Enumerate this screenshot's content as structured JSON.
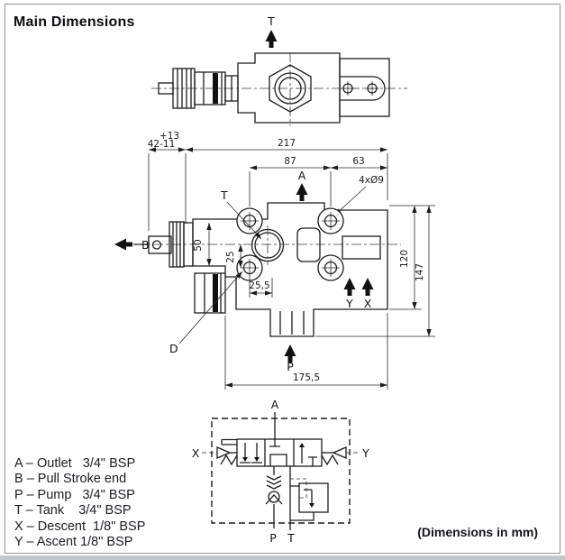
{
  "title": "Main Dimensions",
  "footer_note": "(Dimensions in mm)",
  "legend": {
    "items": [
      {
        "label": "A – Outlet   3/4\" BSP"
      },
      {
        "label": "B – Pull Stroke end"
      },
      {
        "label": "P – Pump   3/4\" BSP"
      },
      {
        "label": "T – Tank    3/4\" BSP"
      },
      {
        "label": "X – Descent  1/8\" BSP"
      },
      {
        "label": "Y – Ascent 1/8\" BSP"
      }
    ]
  },
  "ports": {
    "t_top": "T",
    "t_front": "T",
    "a_front": "A",
    "b_front": "B",
    "p_front": "P",
    "x_front": "X",
    "y_front": "Y",
    "d_leader": "D",
    "a_schematic": "A",
    "x_schematic": "X",
    "y_schematic": "Y",
    "p_schematic": "P",
    "t_schematic": "T"
  },
  "dimensions": {
    "spring_tol_plus": "+13",
    "spring_nominal": "42-11",
    "overall_width": "217",
    "hole_pitch": "87",
    "edge_offset": "63",
    "mounting_holes": "4xØ9",
    "body_height": "50",
    "hole_offset_v": "25",
    "hole_offset_h": "25,5",
    "flange_height": "120",
    "total_height": "147",
    "bottom_width": "175,5"
  }
}
